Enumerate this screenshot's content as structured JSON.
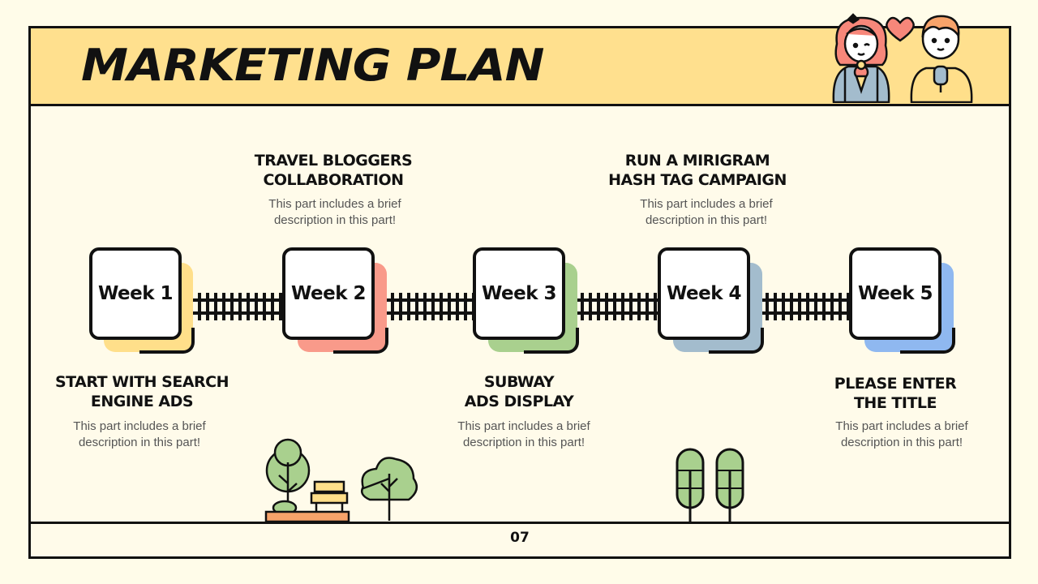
{
  "header": {
    "title": "MARKETING PLAN"
  },
  "weeks": [
    {
      "label": "Week 1",
      "shadow_color": "#ffdf8a"
    },
    {
      "label": "Week 2",
      "shadow_color": "#f99a8a"
    },
    {
      "label": "Week 3",
      "shadow_color": "#a9d08e"
    },
    {
      "label": "Week 4",
      "shadow_color": "#a3bccd"
    },
    {
      "label": "Week 5",
      "shadow_color": "#8fb8f0"
    }
  ],
  "steps": [
    {
      "title": "START WITH SEARCH\nENGINE ADS",
      "desc": "This part includes a brief\ndescription in this part!"
    },
    {
      "title": "TRAVEL BLOGGERS\nCOLLABORATION",
      "desc": "This part includes a brief\ndescription in this part!"
    },
    {
      "title": "SUBWAY\nADS DISPLAY",
      "desc": "This part includes a brief\ndescription in this part!"
    },
    {
      "title": "RUN A MIRIGRAM\nHASH TAG CAMPAIGN",
      "desc": "This part includes a brief\ndescription in this part!"
    },
    {
      "title": "PLEASE ENTER\nTHE TITLE",
      "desc": "This part includes a brief\ndescription in this part!"
    }
  ],
  "footer": {
    "page_number": "07"
  },
  "colors": {
    "header_bg": "#ffe08e",
    "tree_green": "#a9d08e",
    "heart": "#f7877a"
  },
  "icons": [
    "couple-illustration",
    "heart-icon",
    "tree-icon",
    "bench-icon",
    "railway-track"
  ]
}
